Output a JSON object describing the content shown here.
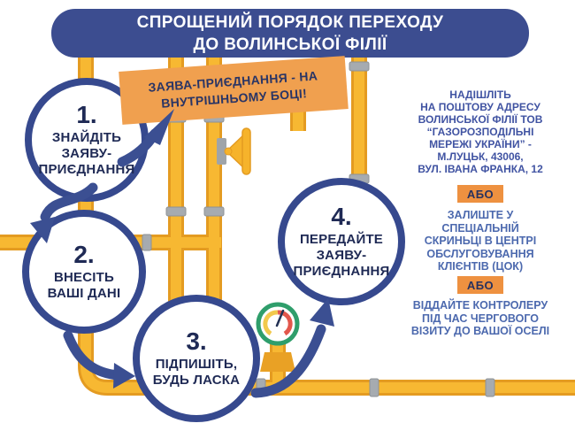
{
  "title": "СПРОЩЕНИЙ ПОРЯДОК ПЕРЕХОДУ\nДО ВОЛИНСЬКОЇ ФІЛІЇ",
  "ribbon": "ЗАЯВА-ПРИЄДНАННЯ - НА\nВНУТРІШНЬОМУ БОЦІ!",
  "steps": [
    {
      "number": "1.",
      "label": "ЗНАЙДІТЬ\nЗАЯВУ-\nПРИЄДНАННЯ"
    },
    {
      "number": "2.",
      "label": "ВНЕСІТЬ\nВАШІ ДАНІ"
    },
    {
      "number": "3.",
      "label": "ПІДПИШІТЬ,\nБУДЬ ЛАСКА"
    },
    {
      "number": "4.",
      "label": "ПЕРЕДАЙТЕ\nЗАЯВУ-\nПРИЄДНАННЯ"
    }
  ],
  "options": {
    "mail": "НАДІШЛІТЬ\nНА ПОШТОВУ АДРЕСУ\nВОЛИНСЬКОЇ ФІЛІЇ ТОВ\n“ГАЗОРОЗПОДІЛЬНІ\nМЕРЕЖІ УКРАЇНИ” -\nМ.ЛУЦЬК, 43006,\nВУЛ. ІВАНА ФРАНКА, 12",
    "or1": "АБО",
    "box": "ЗАЛИШТЕ У\nСПЕЦІАЛЬНІЙ\nСКРИНЬЦІ В ЦЕНТРІ\nОБСЛУГОВУВАННЯ\nКЛІЄНТІВ (ЦОК)",
    "or2": "АБО",
    "inspector": "ВІДДАЙТЕ КОНТРОЛЕРУ\nПІД ЧАС ЧЕРГОВОГО\nВІЗИТУ ДО ВАШОЇ ОСЕЛІ"
  },
  "icons": {
    "gauge": "pressure-gauge-icon",
    "valve": "pipe-valve-icon",
    "arrows": "flow-arrow-icon"
  },
  "colors": {
    "banner_blue": "#3C4D90",
    "circle_border_blue": "#36498E",
    "text_navy": "#1F2A55",
    "arrow_blue": "#3B4F92",
    "pipe_yellow": "#F7B832",
    "pipe_edge": "#E49B21",
    "coupling_gray": "#A6ABB0",
    "ribbon_orange": "#F0A04F",
    "or_badge_orange": "#EE9140",
    "option1_blue": "#4053A2",
    "option23_blue": "#4C69AE",
    "gauge_green": "#2F9E6B",
    "gauge_yellow": "#F2C94C",
    "gauge_red": "#E2574C"
  }
}
